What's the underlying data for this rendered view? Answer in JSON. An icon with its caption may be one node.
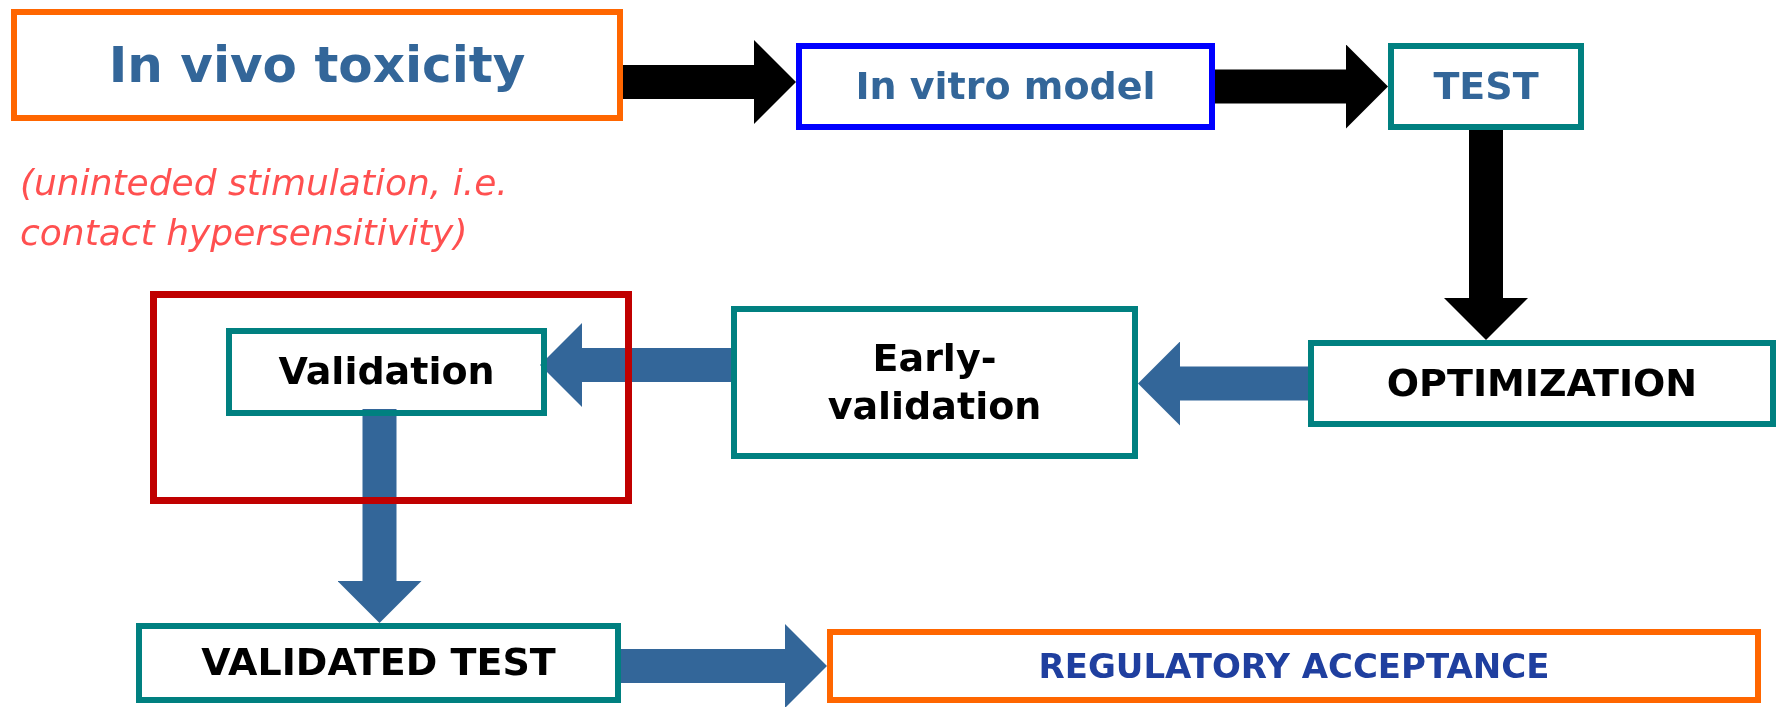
{
  "diagram": {
    "nodes": [
      {
        "text": [
          "In vivo toxicity"
        ],
        "beside": [
          "(uninteded stimulation, i.e. contact hypersensitivity)"
        ]
      },
      {
        "text": [
          "In vitro model"
        ]
      },
      {
        "text": [
          "TEST"
        ]
      },
      {
        "text": [
          "OPTIMIZATION"
        ]
      },
      {
        "text": [
          "Early-validation"
        ]
      },
      {
        "text": [],
        "shape": "box"
      },
      {
        "text": [
          "Validation"
        ],
        "in": 5
      },
      {
        "text": [
          "VALIDATED TEST"
        ]
      },
      {
        "text": [
          "REGULATORY ACCEPTANCE"
        ]
      }
    ],
    "edges": [
      {
        "from": 0,
        "to": 1,
        "arrow": "to",
        "color": "#000000"
      },
      {
        "from": 1,
        "to": 2,
        "arrow": "to",
        "color": "#000000"
      },
      {
        "from": 2,
        "to": 3,
        "arrow": "to",
        "color": "#000000"
      },
      {
        "from": 3,
        "to": 4,
        "arrow": "to"
      },
      {
        "from": 4,
        "to": 6,
        "arrow": "to"
      },
      {
        "from": 6,
        "to": 7,
        "arrow": "to"
      },
      {
        "from": 7,
        "to": 8,
        "arrow": "to"
      }
    ]
  }
}
